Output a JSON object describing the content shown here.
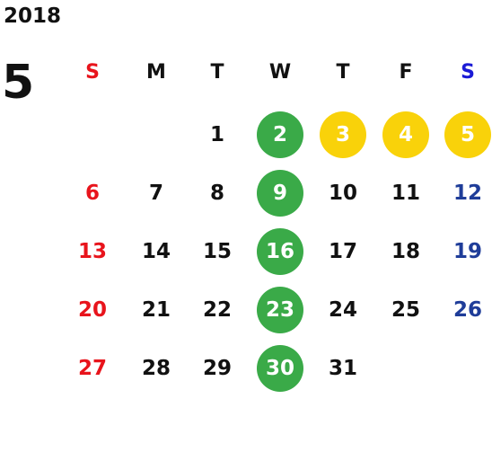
{
  "calendar": {
    "year": "2018",
    "month": "5",
    "weekdays": [
      {
        "label": "S",
        "color": "#e8141c"
      },
      {
        "label": "M",
        "color": "#111111"
      },
      {
        "label": "T",
        "color": "#111111"
      },
      {
        "label": "W",
        "color": "#111111"
      },
      {
        "label": "T",
        "color": "#111111"
      },
      {
        "label": "F",
        "color": "#111111"
      },
      {
        "label": "S",
        "color": "#1b1bd6"
      }
    ],
    "colors": {
      "sunday": "#e8141c",
      "saturday_day": "#1f3d99",
      "weekday": "#111111",
      "highlight_green": "#3aaa48",
      "highlight_yellow": "#f9d20a",
      "highlight_text": "#ffffff"
    },
    "weeks": [
      [
        {
          "day": "",
          "style": "empty"
        },
        {
          "day": "",
          "style": "empty"
        },
        {
          "day": "1",
          "style": "normal"
        },
        {
          "day": "2",
          "style": "green"
        },
        {
          "day": "3",
          "style": "yellow"
        },
        {
          "day": "4",
          "style": "yellow"
        },
        {
          "day": "5",
          "style": "yellow"
        }
      ],
      [
        {
          "day": "6",
          "style": "sunday"
        },
        {
          "day": "7",
          "style": "normal"
        },
        {
          "day": "8",
          "style": "normal"
        },
        {
          "day": "9",
          "style": "green"
        },
        {
          "day": "10",
          "style": "normal"
        },
        {
          "day": "11",
          "style": "normal"
        },
        {
          "day": "12",
          "style": "saturday"
        }
      ],
      [
        {
          "day": "13",
          "style": "sunday"
        },
        {
          "day": "14",
          "style": "normal"
        },
        {
          "day": "15",
          "style": "normal"
        },
        {
          "day": "16",
          "style": "green"
        },
        {
          "day": "17",
          "style": "normal"
        },
        {
          "day": "18",
          "style": "normal"
        },
        {
          "day": "19",
          "style": "saturday"
        }
      ],
      [
        {
          "day": "20",
          "style": "sunday"
        },
        {
          "day": "21",
          "style": "normal"
        },
        {
          "day": "22",
          "style": "normal"
        },
        {
          "day": "23",
          "style": "green"
        },
        {
          "day": "24",
          "style": "normal"
        },
        {
          "day": "25",
          "style": "normal"
        },
        {
          "day": "26",
          "style": "saturday"
        }
      ],
      [
        {
          "day": "27",
          "style": "sunday"
        },
        {
          "day": "28",
          "style": "normal"
        },
        {
          "day": "29",
          "style": "normal"
        },
        {
          "day": "30",
          "style": "green"
        },
        {
          "day": "31",
          "style": "normal"
        },
        {
          "day": "",
          "style": "empty"
        },
        {
          "day": "",
          "style": "empty"
        }
      ]
    ]
  }
}
